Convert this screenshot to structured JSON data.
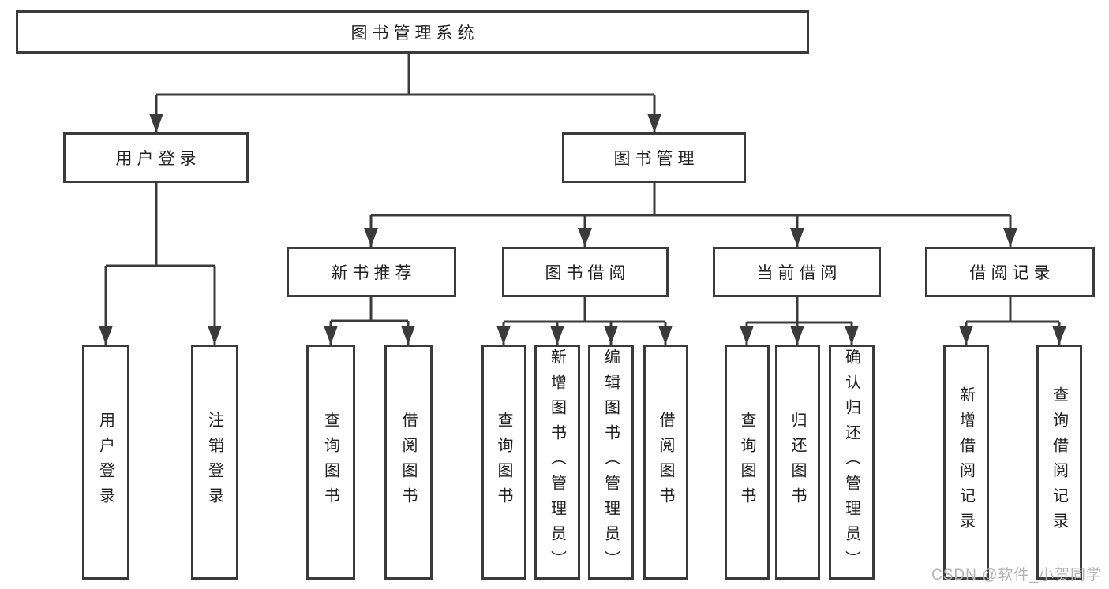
{
  "diagram": {
    "type": "hierarchy",
    "tree": {
      "label": "图书管理系统",
      "children": [
        {
          "label": "用户登录",
          "children": [
            {
              "label": "用户登录"
            },
            {
              "label": "注销登录"
            }
          ]
        },
        {
          "label": "图书管理",
          "children": [
            {
              "label": "新书推荐",
              "children": [
                {
                  "label": "查询图书"
                },
                {
                  "label": "借阅图书"
                }
              ]
            },
            {
              "label": "图书借阅",
              "children": [
                {
                  "label": "查询图书"
                },
                {
                  "label": "新增图书（管理员）"
                },
                {
                  "label": "编辑图书（管理员）"
                },
                {
                  "label": "借阅图书"
                }
              ]
            },
            {
              "label": "当前借阅",
              "children": [
                {
                  "label": "查询图书"
                },
                {
                  "label": "归还图书"
                },
                {
                  "label": "确认归还（管理员）"
                }
              ]
            },
            {
              "label": "借阅记录",
              "children": [
                {
                  "label": "新增借阅记录"
                },
                {
                  "label": "查询借阅记录"
                }
              ]
            }
          ]
        }
      ]
    }
  },
  "watermark": {
    "text": "CSDN @软件_小贺同学"
  },
  "colors": {
    "line": "#3b3b3b",
    "text": "#1f1f1f",
    "background": "#ffffff",
    "watermark": "#b3b3b3"
  }
}
